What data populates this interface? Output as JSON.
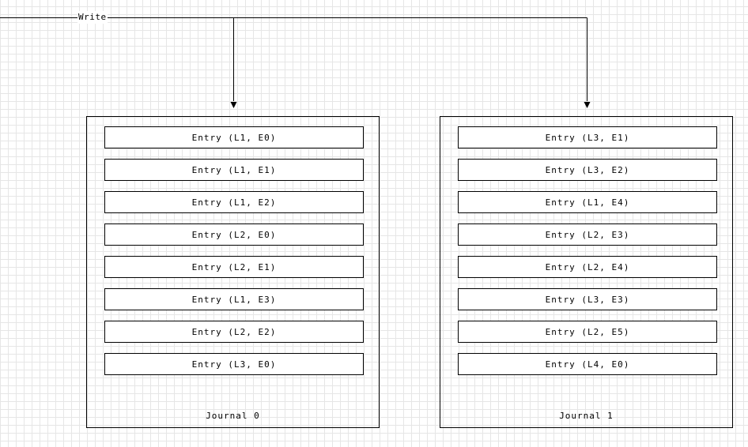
{
  "write_label": "Write",
  "journals": [
    {
      "title": "Journal 0",
      "entries": [
        "Entry (L1, E0)",
        "Entry (L1, E1)",
        "Entry (L1, E2)",
        "Entry (L2, E0)",
        "Entry (L2, E1)",
        "Entry (L1, E3)",
        "Entry (L2, E2)",
        "Entry (L3, E0)"
      ]
    },
    {
      "title": "Journal 1",
      "entries": [
        "Entry (L3, E1)",
        "Entry (L3, E2)",
        "Entry (L1, E4)",
        "Entry (L2, E3)",
        "Entry (L2, E4)",
        "Entry (L3, E3)",
        "Entry (L2, E5)",
        "Entry (L4, E0)"
      ]
    }
  ]
}
